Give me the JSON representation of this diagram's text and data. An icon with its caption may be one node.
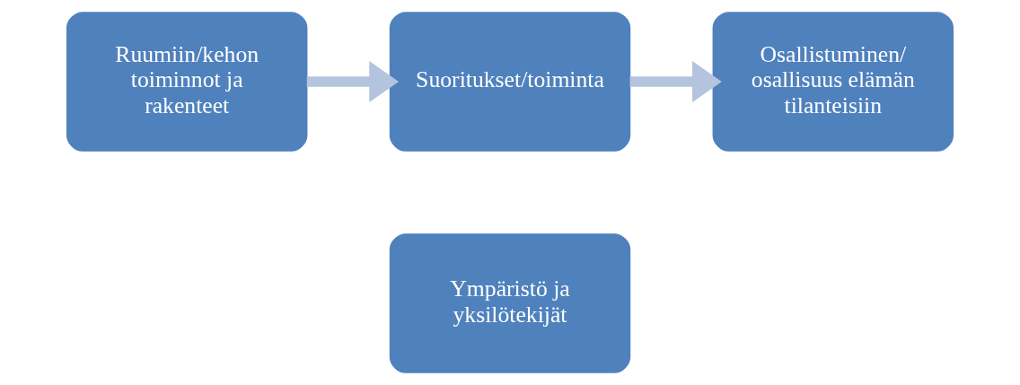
{
  "diagram": {
    "nodes": [
      {
        "text": [
          "Ruumiin/kehon toiminnot ja rakenteet"
        ]
      },
      {
        "text": [
          "Suoritukset/toiminta"
        ]
      },
      {
        "text": [
          "Osallistuminen/ osallisuus elämän tilanteisiin"
        ]
      },
      {
        "text": [
          "Ympäristö ja yksilötekijät"
        ]
      }
    ],
    "edges": [
      {
        "from": 0,
        "to": 1,
        "arrow": "to"
      },
      {
        "from": 1,
        "to": 2,
        "arrow": "to"
      }
    ]
  }
}
